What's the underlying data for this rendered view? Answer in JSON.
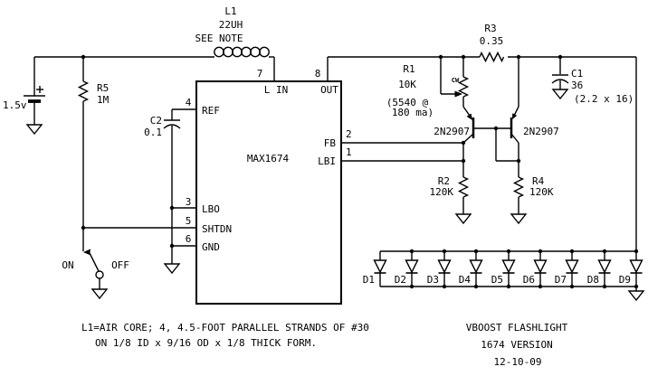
{
  "schematic": {
    "battery": {
      "label": "1.5v"
    },
    "inductor": {
      "ref": "L1",
      "value": "22UH",
      "note": "SEE NOTE"
    },
    "r5": {
      "ref": "R5",
      "value": "1M"
    },
    "c2": {
      "ref": "C2",
      "value": "0.1"
    },
    "ic": {
      "part": "MAX1674",
      "pin7": {
        "num": "7",
        "label": "L IN"
      },
      "pin8": {
        "num": "8",
        "label": "OUT"
      },
      "pin4": {
        "num": "4",
        "label": "REF"
      },
      "pin3": {
        "num": "3",
        "label": "LBO"
      },
      "pin5": {
        "num": "5",
        "label": "SHTDN"
      },
      "pin6": {
        "num": "6",
        "label": "GND"
      },
      "pin2": {
        "num": "2",
        "label": "FB"
      },
      "pin1": {
        "num": "1",
        "label": "LBI"
      }
    },
    "r1": {
      "ref": "R1",
      "value": "10K",
      "note_line1": "(5540 @",
      "note_line2": "180 ma)",
      "cw": "CW"
    },
    "r3": {
      "ref": "R3",
      "value": "0.35"
    },
    "c1": {
      "ref": "C1",
      "value": "36",
      "note": "(2.2 x 16)"
    },
    "q1": {
      "part": "2N2907"
    },
    "q2": {
      "part": "2N2907"
    },
    "r2": {
      "ref": "R2",
      "value": "120K"
    },
    "r4": {
      "ref": "R4",
      "value": "120K"
    },
    "sw": {
      "on": "ON",
      "off": "OFF"
    },
    "diodes": [
      "D1",
      "D2",
      "D3",
      "D4",
      "D5",
      "D6",
      "D7",
      "D8",
      "D9"
    ],
    "note": {
      "line1": "L1=AIR CORE; 4, 4.5-FOOT PARALLEL STRANDS OF #30",
      "line2": "ON 1/8 ID x 9/16 OD x 1/8 THICK FORM."
    },
    "title": {
      "line1": "VBOOST FLASHLIGHT",
      "line2": "1674 VERSION",
      "line3": "12-10-09"
    }
  },
  "colors": {
    "wire": "#000000",
    "background": "#ffffff"
  }
}
